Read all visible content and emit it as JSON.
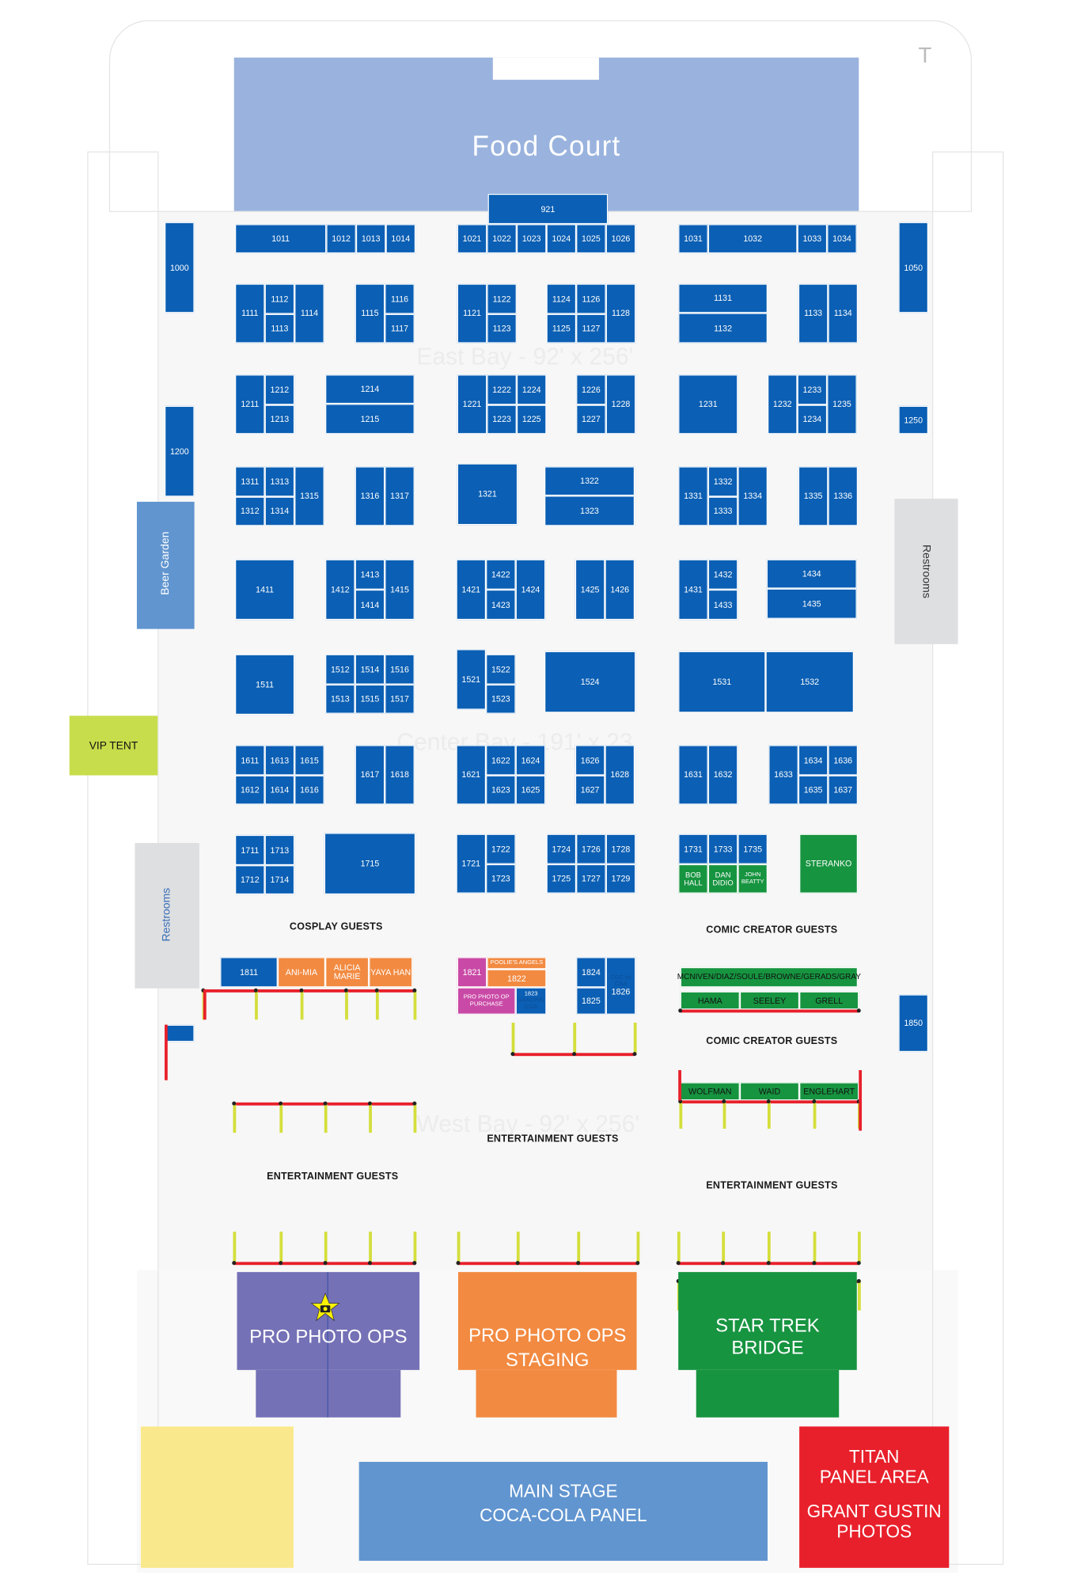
{
  "areas": {
    "food_court": "Food Court",
    "beer_garden": "Beer Garden",
    "restrooms_east": "Restrooms",
    "restrooms_west": "Restrooms",
    "vip_tent": "VIP TENT",
    "hall_east": "East Bay - 92' x 256'",
    "hall_center": "Center Bay - 191' x 23",
    "hall_west": "West Bay - 92' x 256'",
    "pro_photo_ops": "PRO PHOTO OPS",
    "pro_photo_ops_staging_1": "PRO PHOTO OPS",
    "pro_photo_ops_staging_2": "STAGING",
    "star_trek_bridge": "STAR TREK BRIDGE",
    "main_stage_1": "MAIN STAGE",
    "main_stage_2": "COCA-COLA PANEL",
    "titan_1": "TITAN",
    "titan_2": "PANEL AREA",
    "titan_3": "GRANT GUSTIN",
    "titan_4": "PHOTOS",
    "corner_t": "T"
  },
  "guest_labels": {
    "cosplay": "COSPLAY GUESTS",
    "comic_creator_1": "COMIC CREATOR GUESTS",
    "comic_creator_2": "COMIC CREATOR GUESTS",
    "entertainment_center": "ENTERTAINMENT GUESTS",
    "entertainment_left": "ENTERTAINMENT GUESTS",
    "entertainment_right": "ENTERTAINMENT GUESTS"
  },
  "booths": {
    "921": "921",
    "1000": "1000",
    "1050": "1050",
    "1200": "1200",
    "1250": "1250",
    "1850": "1850",
    "1011": "1011",
    "1012": "1012",
    "1013": "1013",
    "1014": "1014",
    "1021": "1021",
    "1022": "1022",
    "1023": "1023",
    "1024": "1024",
    "1025": "1025",
    "1026": "1026",
    "1031": "1031",
    "1032": "1032",
    "1033": "1033",
    "1034": "1034",
    "1111": "1111",
    "1112": "1112",
    "1113": "1113",
    "1114": "1114",
    "1115": "1115",
    "1116": "1116",
    "1117": "1117",
    "1121": "1121",
    "1122": "1122",
    "1123": "1123",
    "1124": "1124",
    "1125": "1125",
    "1126": "1126",
    "1127": "1127",
    "1128": "1128",
    "1131": "1131",
    "1132": "1132",
    "1133": "1133",
    "1134": "1134",
    "1211": "1211",
    "1212": "1212",
    "1213": "1213",
    "1214": "1214",
    "1215": "1215",
    "1221": "1221",
    "1222": "1222",
    "1223": "1223",
    "1224": "1224",
    "1225": "1225",
    "1226": "1226",
    "1227": "1227",
    "1228": "1228",
    "1231": "1231",
    "1232": "1232",
    "1233": "1233",
    "1234": "1234",
    "1235": "1235",
    "1311": "1311",
    "1312": "1312",
    "1313": "1313",
    "1314": "1314",
    "1315": "1315",
    "1316": "1316",
    "1317": "1317",
    "1321": "1321",
    "1322": "1322",
    "1323": "1323",
    "1331": "1331",
    "1332": "1332",
    "1333": "1333",
    "1334": "1334",
    "1335": "1335",
    "1336": "1336",
    "1411": "1411",
    "1412": "1412",
    "1413": "1413",
    "1414": "1414",
    "1415": "1415",
    "1421": "1421",
    "1422": "1422",
    "1423": "1423",
    "1424": "1424",
    "1425": "1425",
    "1426": "1426",
    "1431": "1431",
    "1432": "1432",
    "1433": "1433",
    "1434": "1434",
    "1435": "1435",
    "1511": "1511",
    "1512": "1512",
    "1513": "1513",
    "1514": "1514",
    "1515": "1515",
    "1516": "1516",
    "1517": "1517",
    "1521": "1521",
    "1522": "1522",
    "1523": "1523",
    "1524": "1524",
    "1531": "1531",
    "1532": "1532",
    "1611": "1611",
    "1612": "1612",
    "1613": "1613",
    "1614": "1614",
    "1615": "1615",
    "1616": "1616",
    "1617": "1617",
    "1618": "1618",
    "1621": "1621",
    "1622": "1622",
    "1623": "1623",
    "1624": "1624",
    "1625": "1625",
    "1626": "1626",
    "1627": "1627",
    "1628": "1628",
    "1631": "1631",
    "1632": "1632",
    "1633": "1633",
    "1634": "1634",
    "1635": "1635",
    "1636": "1636",
    "1637": "1637",
    "1711": "1711",
    "1712": "1712",
    "1713": "1713",
    "1714": "1714",
    "1715": "1715",
    "1721": "1721",
    "1722": "1722",
    "1723": "1723",
    "1724": "1724",
    "1725": "1725",
    "1726": "1726",
    "1727": "1727",
    "1728": "1728",
    "1729": "1729",
    "1731": "1731",
    "1733": "1733",
    "1735": "1735",
    "bob_hall": "BOB HALL",
    "dan_didio": "DAN DIDIO",
    "john_beatty": "JOHN BEATTY",
    "steranko": "STERANKO",
    "1811": "1811",
    "ani_mia": "ANI-MIA",
    "alicia_marie": "ALICIA MARIE",
    "yaya_han": "YAYA HAN",
    "1821": "1821",
    "poolies_angels": "POOLIE'S ANGELS",
    "1822": "1822",
    "pro_photo_op_purchase": "PRO PHOTO OP PURCHASE",
    "1823": "1823",
    "1823_sub": "GRADING CGA",
    "1824": "1824",
    "1825": "1825",
    "1826": "1826",
    "1826_sub": "CGC by CSA",
    "creators_row": "MCNIVEN/DIAZ/SOULE/BROWNE/GERADS/GRAY",
    "hama": "HAMA",
    "seeley": "SEELEY",
    "grell": "GRELL",
    "wolfman": "WOLFMAN",
    "waid": "WAID",
    "englehart": "ENGLEHART"
  },
  "icons": {
    "photo_op_marker": "star-camera-icon"
  },
  "colors": {
    "booth_blue": "#0b5fb4",
    "guest_green": "#179440",
    "cosplay_orange": "#f28a41",
    "photo_purple": "#7571b6",
    "staging_orange": "#f28a41",
    "titan_red": "#e8202b",
    "food_court": "#9ab3de",
    "main_stage": "#6195d0",
    "vip_green": "#c8dd4b",
    "yellow_area": "#fae98c",
    "restroom_gray": "#dddfe1"
  }
}
